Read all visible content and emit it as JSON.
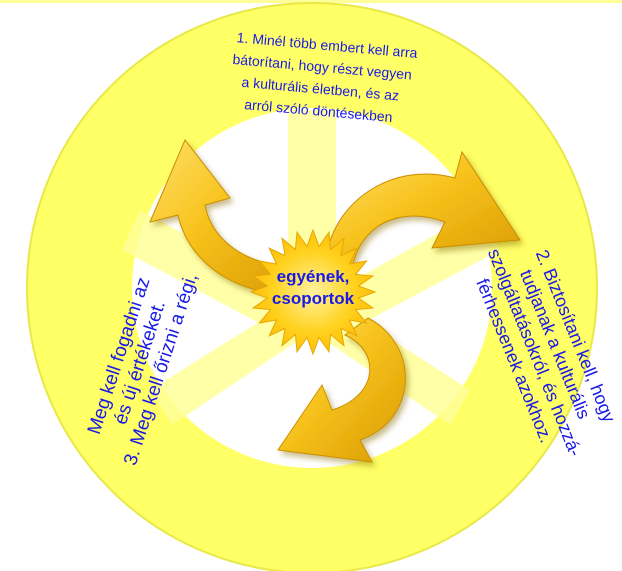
{
  "diagram": {
    "center": {
      "line1": "egyének,",
      "line2": "csoportok"
    },
    "segments": [
      {
        "lines": [
          "1. Minél több embert kell arra",
          "bátorítani, hogy részt vegyen",
          "a kulturális életben, és az",
          "arról szóló döntésekben"
        ]
      },
      {
        "lines": [
          "2. Biztosítani kell, hogy",
          "tudjanak a kulturális",
          "szolgáltatásokról, és hozzá-",
          "férhessenek azokhoz."
        ]
      },
      {
        "lines": [
          "3. Meg kell őrizni a régi,",
          "és új értékeket.",
          "Meg kell fogadni az"
        ]
      }
    ],
    "colors": {
      "ring": "#FFFF66",
      "arrow": "#F7C21C",
      "star": "#FFC81E",
      "text_blue": "#1A1AE6",
      "background": "#FFFFFF",
      "top_rule": "#FFFF99"
    }
  }
}
